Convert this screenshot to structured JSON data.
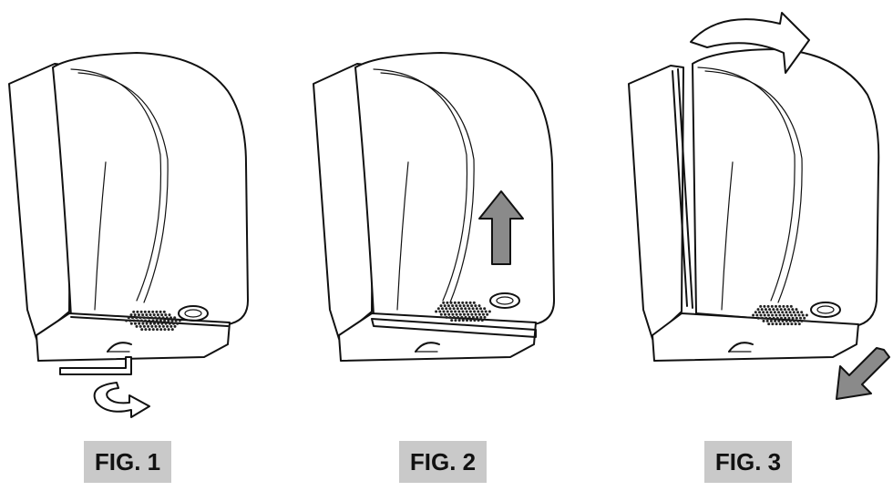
{
  "figures": [
    {
      "label": "FIG. 1"
    },
    {
      "label": "FIG. 2"
    },
    {
      "label": "FIG. 3"
    }
  ],
  "colors": {
    "label_bg": "#c9c9c9",
    "arrow_fill": "#8a8a8a",
    "line": "#111111"
  },
  "icons": [
    "hex-key-icon",
    "rotate-arrow-icon",
    "up-arrow-icon",
    "tilt-arrow-icon",
    "down-left-arrow-icon"
  ]
}
